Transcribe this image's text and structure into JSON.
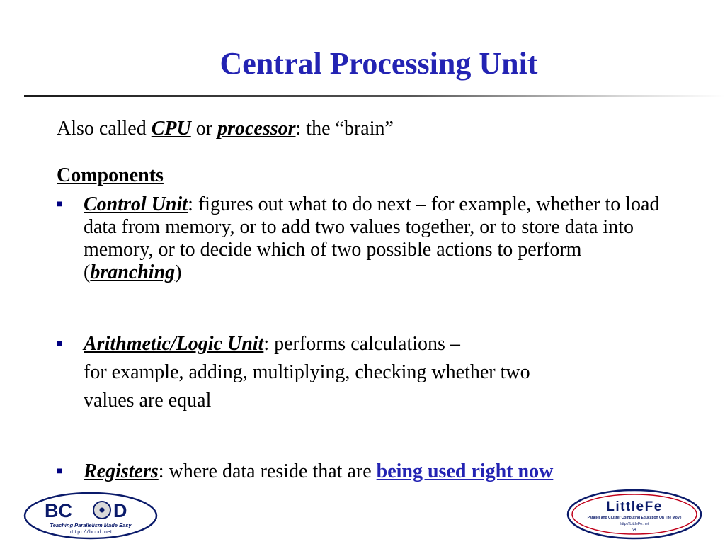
{
  "title": "Central Processing Unit",
  "intro": {
    "prefix": "Also called ",
    "term1": "CPU",
    "mid": " or ",
    "term2": "processor",
    "suffix": ": the “brain”"
  },
  "components_heading": "Components",
  "items": [
    {
      "term": "Control Unit",
      "text": ": figures out what to do next – for example, whether to load data from memory, or to add two values together, or to store data into memory, or to decide which of two possible actions to perform (",
      "term2": "branching",
      "tail": ")"
    },
    {
      "term": "Arithmetic/Logic Unit",
      "line1": ": performs calculations –",
      "line2": "for example, adding, multiplying, checking whether two",
      "line3": "values are equal"
    },
    {
      "term": "Registers",
      "text": ": where data reside that are ",
      "link": "being used right now"
    }
  ],
  "bullet_glyph": "■",
  "logo_left": {
    "text_bc": "BC",
    "text_d": "D",
    "tagline": "Teaching Parallelism Made Easy",
    "url": "http://bccd.net"
  },
  "logo_right": {
    "name": "LittleFe",
    "tagline": "Parallel and Cluster Computing Education On The Move",
    "url": "http://LittleFe.net",
    "version": "v4"
  },
  "colors": {
    "title": "#2323b3",
    "link": "#2323b3",
    "bullet": "#000080",
    "logo_red": "#c0001a",
    "logo_navy": "#0a1a6a"
  }
}
